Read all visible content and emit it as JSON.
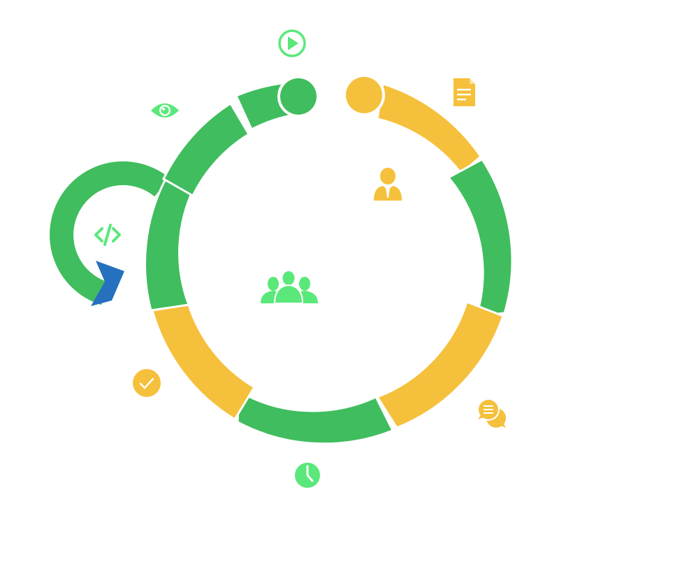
{
  "colors": {
    "green": "#40bd5e",
    "yellow": "#f5c03b",
    "blue": "#2670c0",
    "icon_green": "#5ae87a",
    "background": "#ffffff"
  },
  "diagram": {
    "ring_segments": [
      {
        "color": "green"
      },
      {
        "color": "yellow"
      },
      {
        "color": "green"
      },
      {
        "color": "yellow"
      },
      {
        "color": "green"
      },
      {
        "color": "yellow"
      },
      {
        "color": "green"
      },
      {
        "color": "green"
      }
    ],
    "icons": [
      {
        "name": "play-icon",
        "color": "green"
      },
      {
        "name": "document-icon",
        "color": "yellow"
      },
      {
        "name": "eye-icon",
        "color": "green"
      },
      {
        "name": "businessman-icon",
        "color": "yellow"
      },
      {
        "name": "code-icon",
        "color": "green"
      },
      {
        "name": "team-icon",
        "color": "green"
      },
      {
        "name": "check-circle-icon",
        "color": "yellow"
      },
      {
        "name": "chat-icon",
        "color": "yellow"
      },
      {
        "name": "clock-icon",
        "color": "green"
      }
    ]
  }
}
